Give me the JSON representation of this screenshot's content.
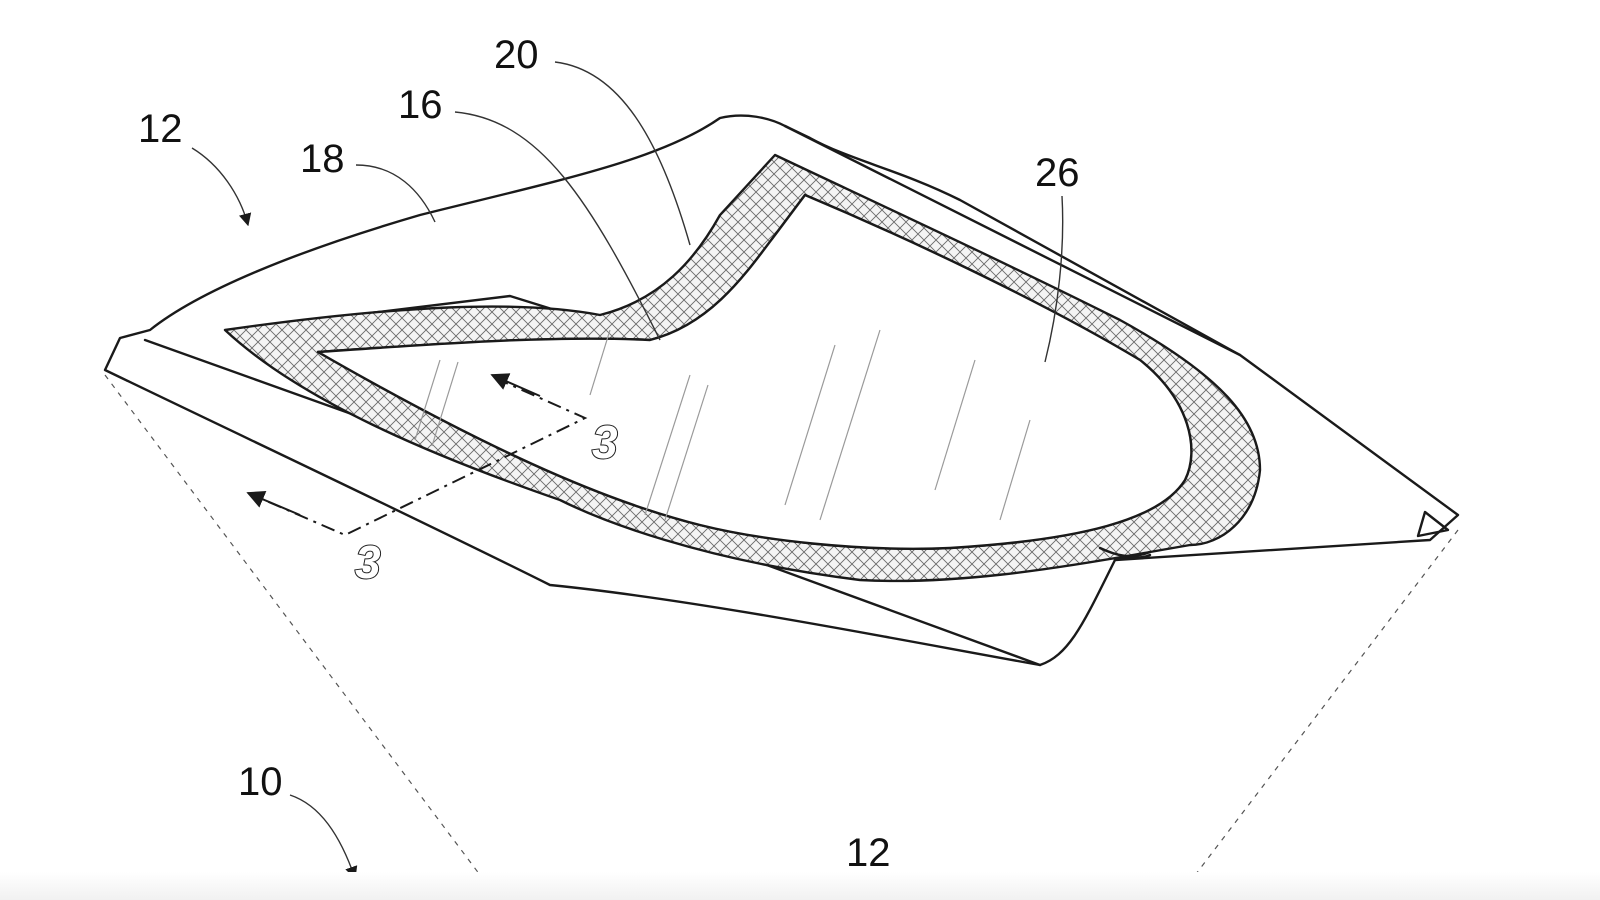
{
  "reference_numerals": {
    "assembly": "10",
    "frame_top": "12",
    "frame_bottom": "12",
    "panel": "16",
    "cover": "18",
    "seal": "20",
    "edge": "26"
  },
  "section_marks": {
    "upper": "3",
    "lower": "3"
  },
  "colors": {
    "line": "#1a1a1a",
    "hatch": "#9a9a9a",
    "background": "#ffffff"
  }
}
